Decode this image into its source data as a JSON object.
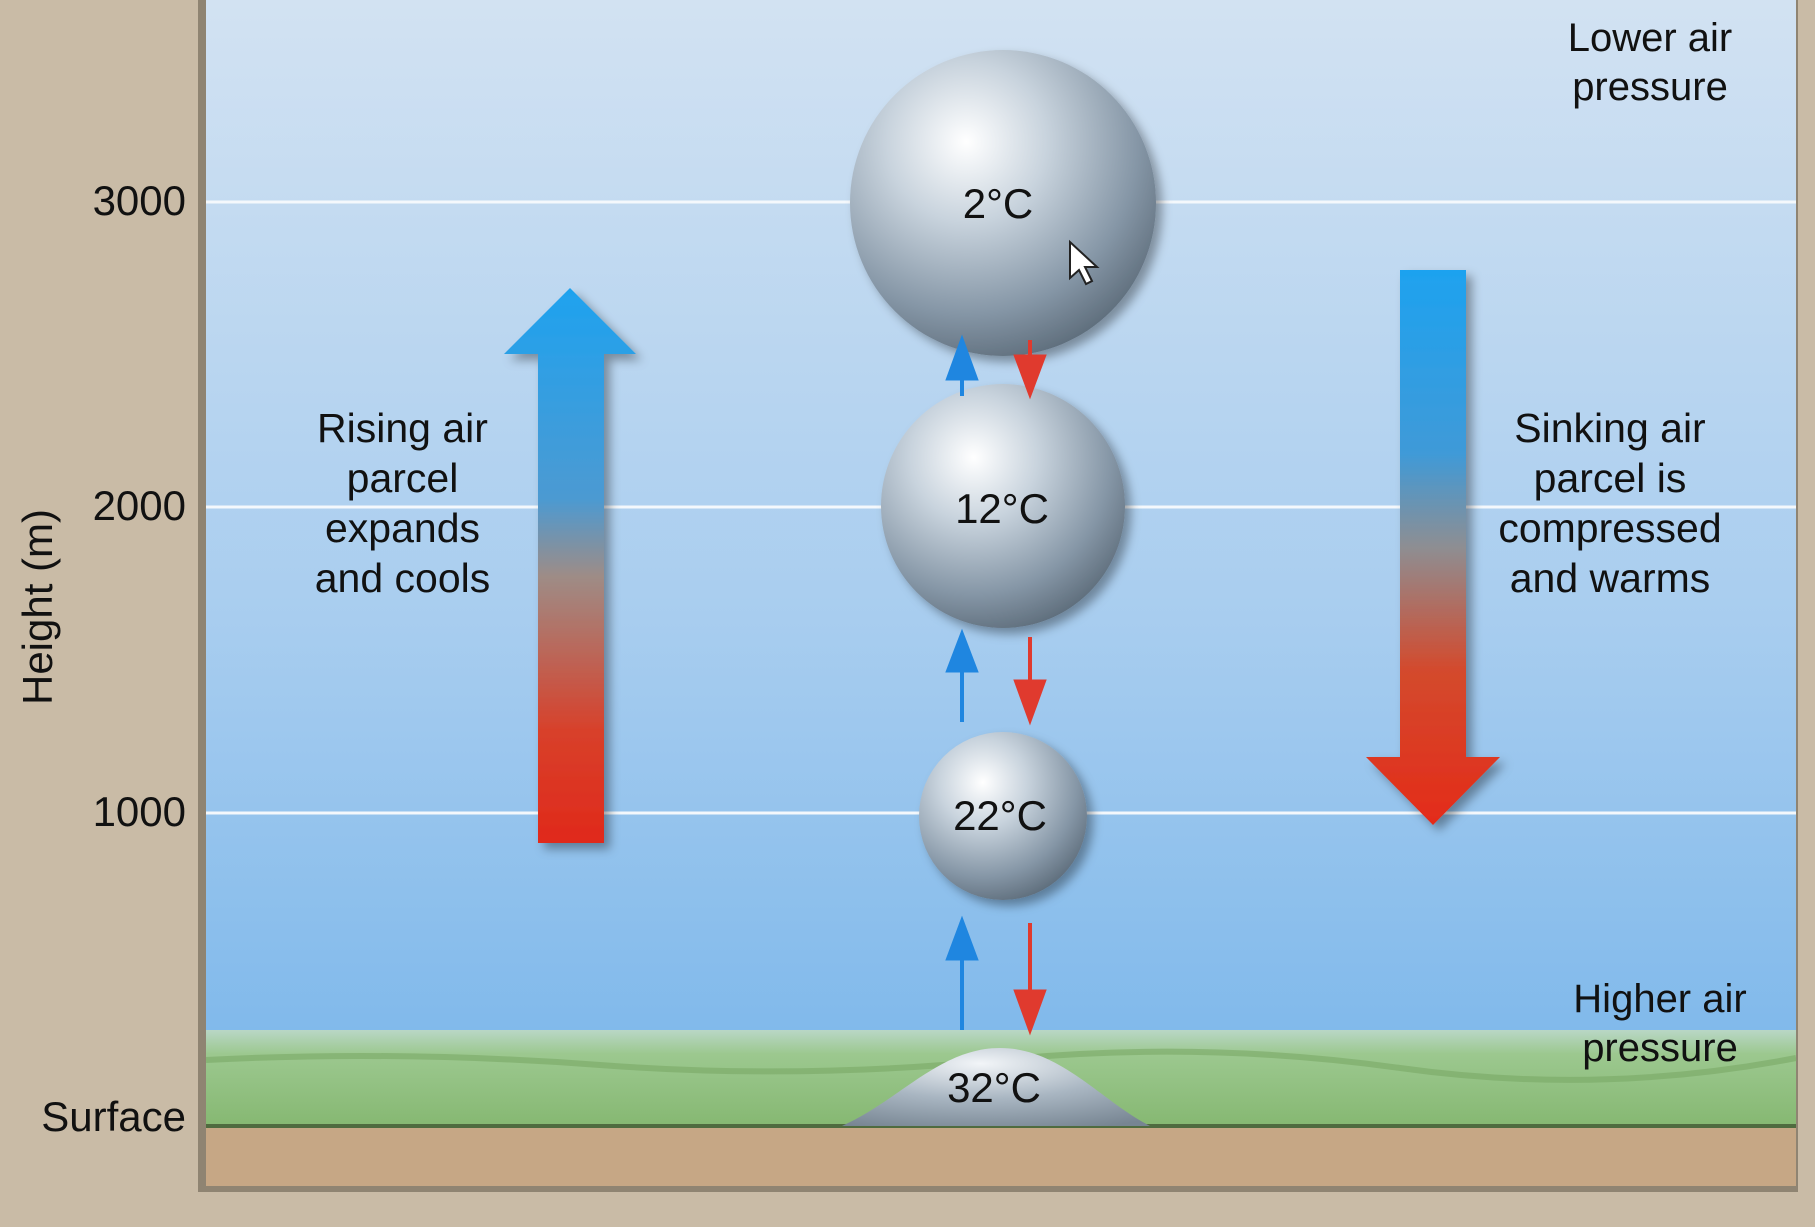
{
  "axis": {
    "title": "Height (m)",
    "ticks": [
      "3000",
      "2000",
      "1000",
      "Surface"
    ]
  },
  "labels": {
    "top_right": "Lower air\npressure",
    "bottom_right": "Higher air\npressure",
    "rising": "Rising air\nparcel\nexpands\nand cools",
    "sinking": "Sinking air\nparcel is\ncompressed\nand warms"
  },
  "parcels": [
    {
      "temp": "2°C",
      "height": "3000"
    },
    {
      "temp": "12°C",
      "height": "2000"
    },
    {
      "temp": "22°C",
      "height": "1000"
    },
    {
      "temp": "32°C",
      "height": "Surface"
    }
  ],
  "colors": {
    "sky_top": "#cfe0f1",
    "sky_bottom": "#7db8ea",
    "ground": "#c6a785",
    "grass": "#8fbf7a",
    "frame": "#c9bba6",
    "cool_arrow": "#1ea0ee",
    "warm_arrow": "#e02a1a"
  }
}
